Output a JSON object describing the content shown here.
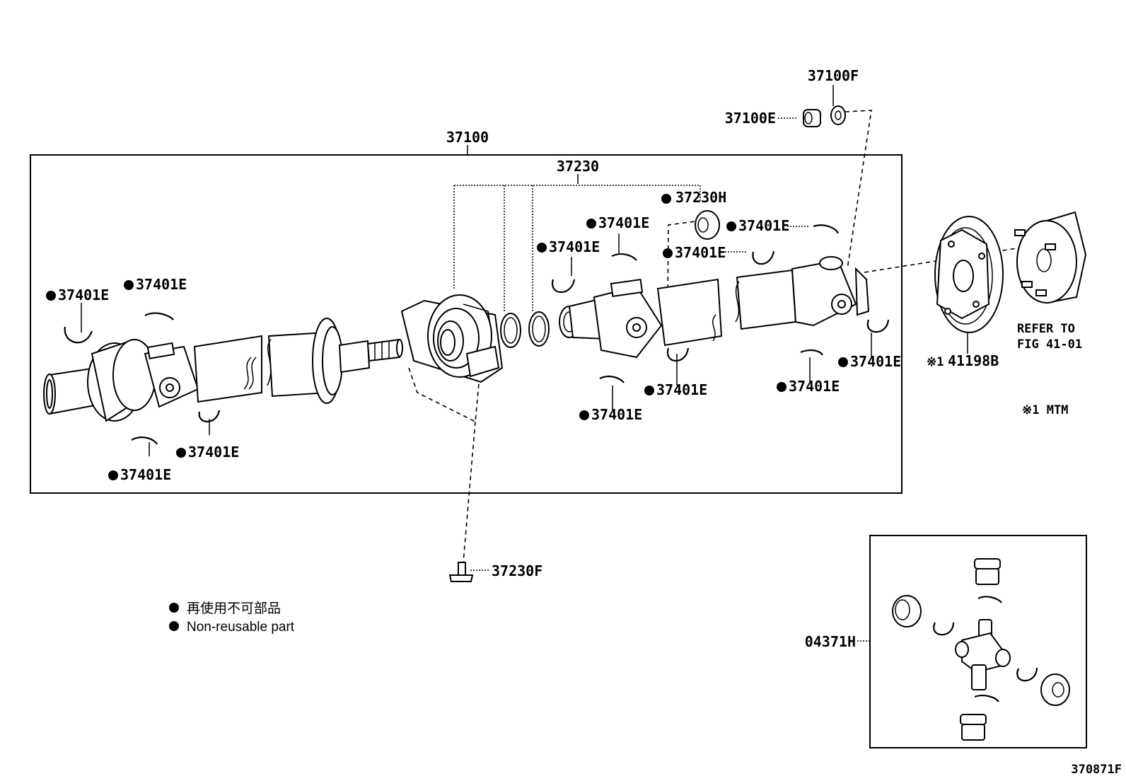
{
  "diagram": {
    "doc_id": "370871F",
    "labels": {
      "propeller_shaft_assy": "37100",
      "center_bearing": "37230",
      "bearing_cushion": "37230H",
      "bolt": "37230F",
      "nut": "37100E",
      "washer": "37100F",
      "snap_ring": "37401E",
      "spider_kit": "04371H",
      "companion_flange": "41198B"
    },
    "notes": {
      "refer_line1": "REFER TO",
      "refer_line2": "FIG 41-01",
      "mtm": "※1 MTM",
      "flange_prefix": "※1"
    },
    "legend": {
      "item_jp": "再使用不可部品",
      "item_en": "Non-reusable part"
    }
  }
}
